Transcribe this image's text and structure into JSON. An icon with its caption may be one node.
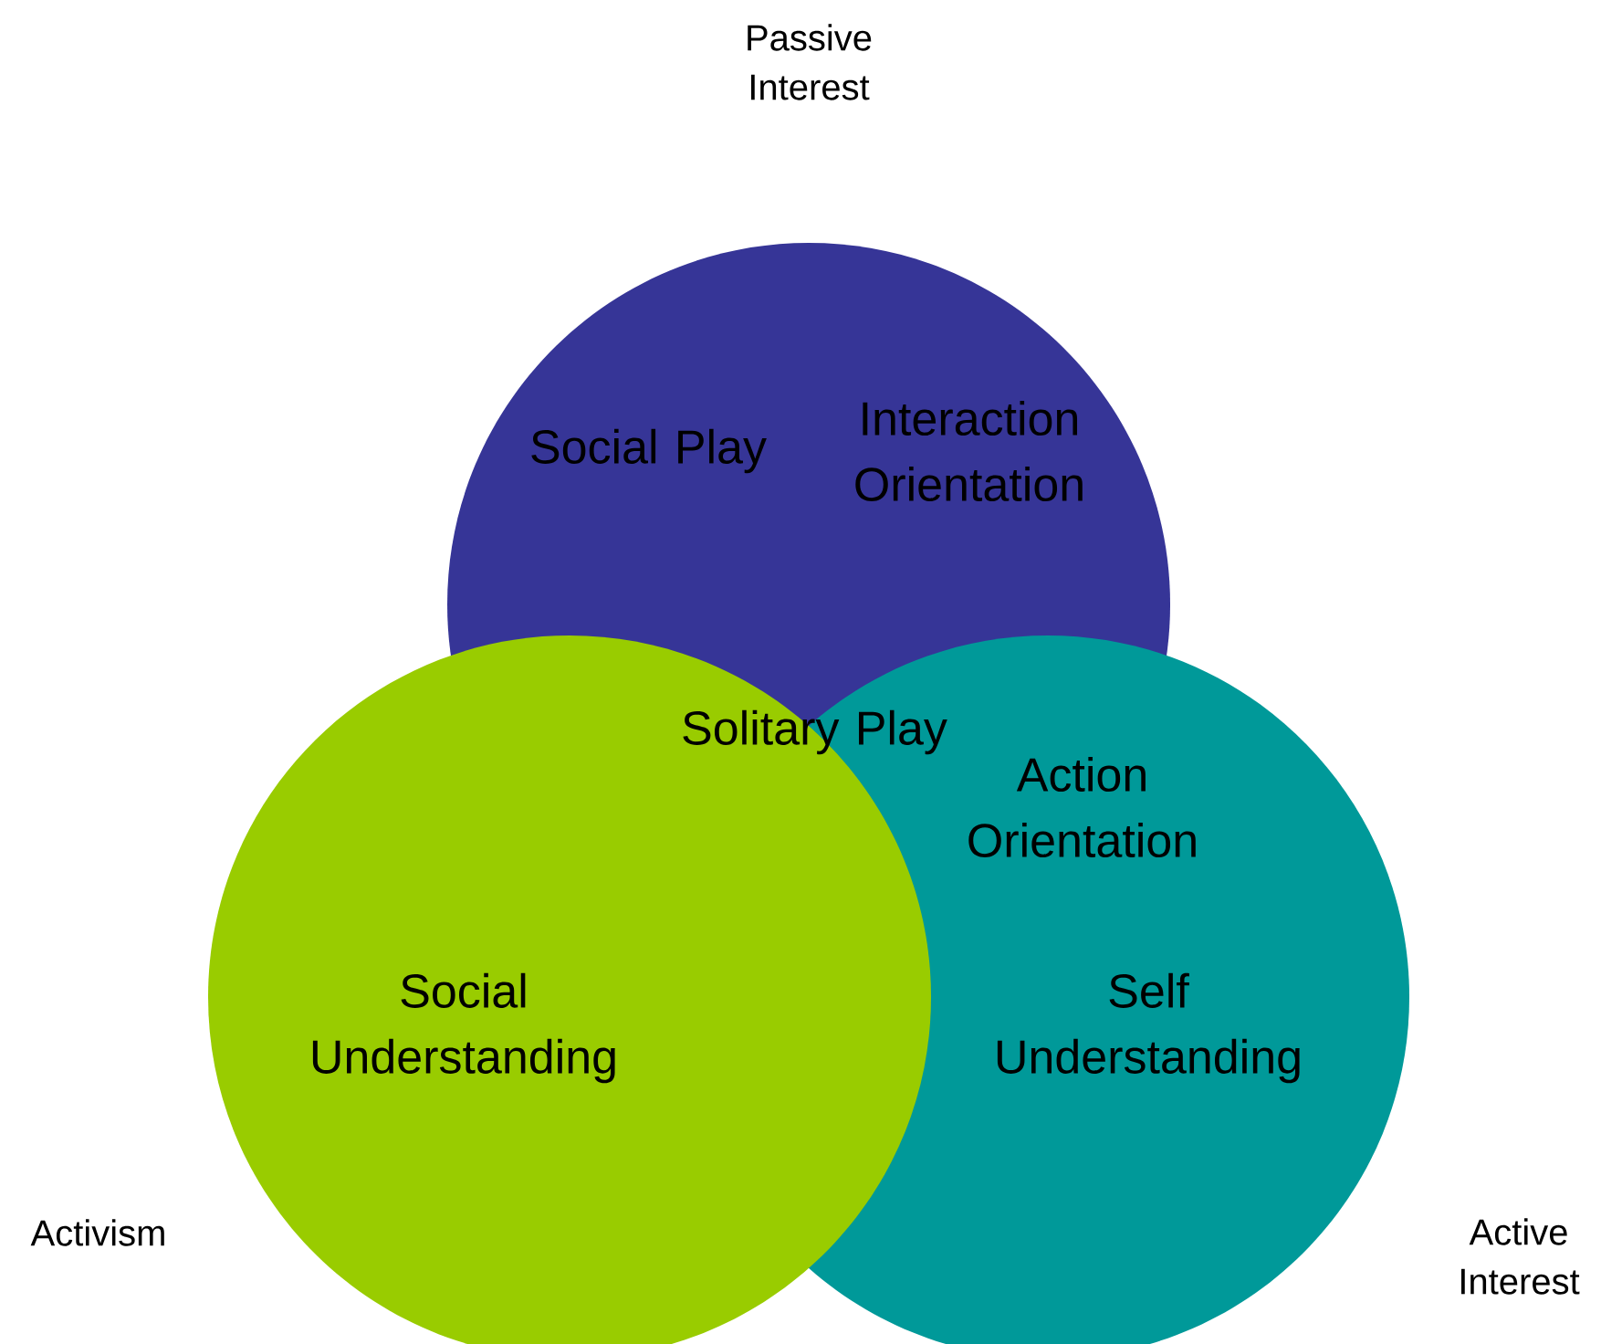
{
  "diagram": {
    "nodes": [
      {
        "text": [
          "Social Play",
          "Interaction Orientation"
        ]
      },
      {
        "text": [
          "Social Understanding"
        ]
      },
      {
        "text": [
          "Action Orientation",
          "Self Understanding"
        ]
      }
    ],
    "labels": [
      "Passive Interest",
      "Solitary Play",
      "Activism",
      "Active Interest"
    ]
  }
}
